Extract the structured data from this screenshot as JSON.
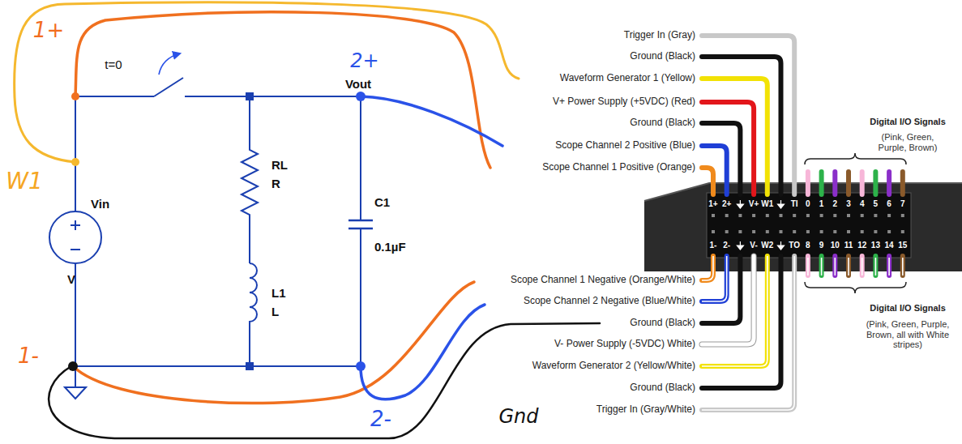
{
  "diagram": {
    "labels": [
      "1+",
      "W1",
      "1-",
      "2+",
      "2-",
      "Gnd",
      "t=0",
      "Vout",
      "RL",
      "R",
      "C1",
      "0.1µF",
      "L1",
      "L",
      "Vin",
      "V",
      "Trigger In (Gray)",
      "Ground (Black)",
      "Waveform Generator 1 (Yellow)",
      "V+ Power Supply (+5VDC) (Red)",
      "Ground (Black)",
      "Scope Channel 2 Positive (Blue)",
      "Scope Channel 1 Positive (Orange)",
      "Digital I/O Signals",
      "(Pink, Green, Purple, Brown)",
      "Scope Channel 1 Negative (Orange/White)",
      "Scope Channel 2 Negative (Blue/White)",
      "Ground (Black)",
      "V- Power Supply (-5VDC) White)",
      "Waveform Generator 2 (Yellow/White)",
      "Ground (Black)",
      "Trigger In (Gray/White)",
      "Digital I/O Signals",
      "(Pink, Green, Purple, Brown, all with White stripes)",
      "1+",
      "2+",
      "V+",
      "W1",
      "TI",
      "0",
      "1",
      "2",
      "3",
      "4",
      "5",
      "6",
      "7",
      "1-",
      "2-",
      "V-",
      "W2",
      "TO",
      "8",
      "9",
      "10",
      "11",
      "12",
      "13",
      "14",
      "15"
    ]
  }
}
